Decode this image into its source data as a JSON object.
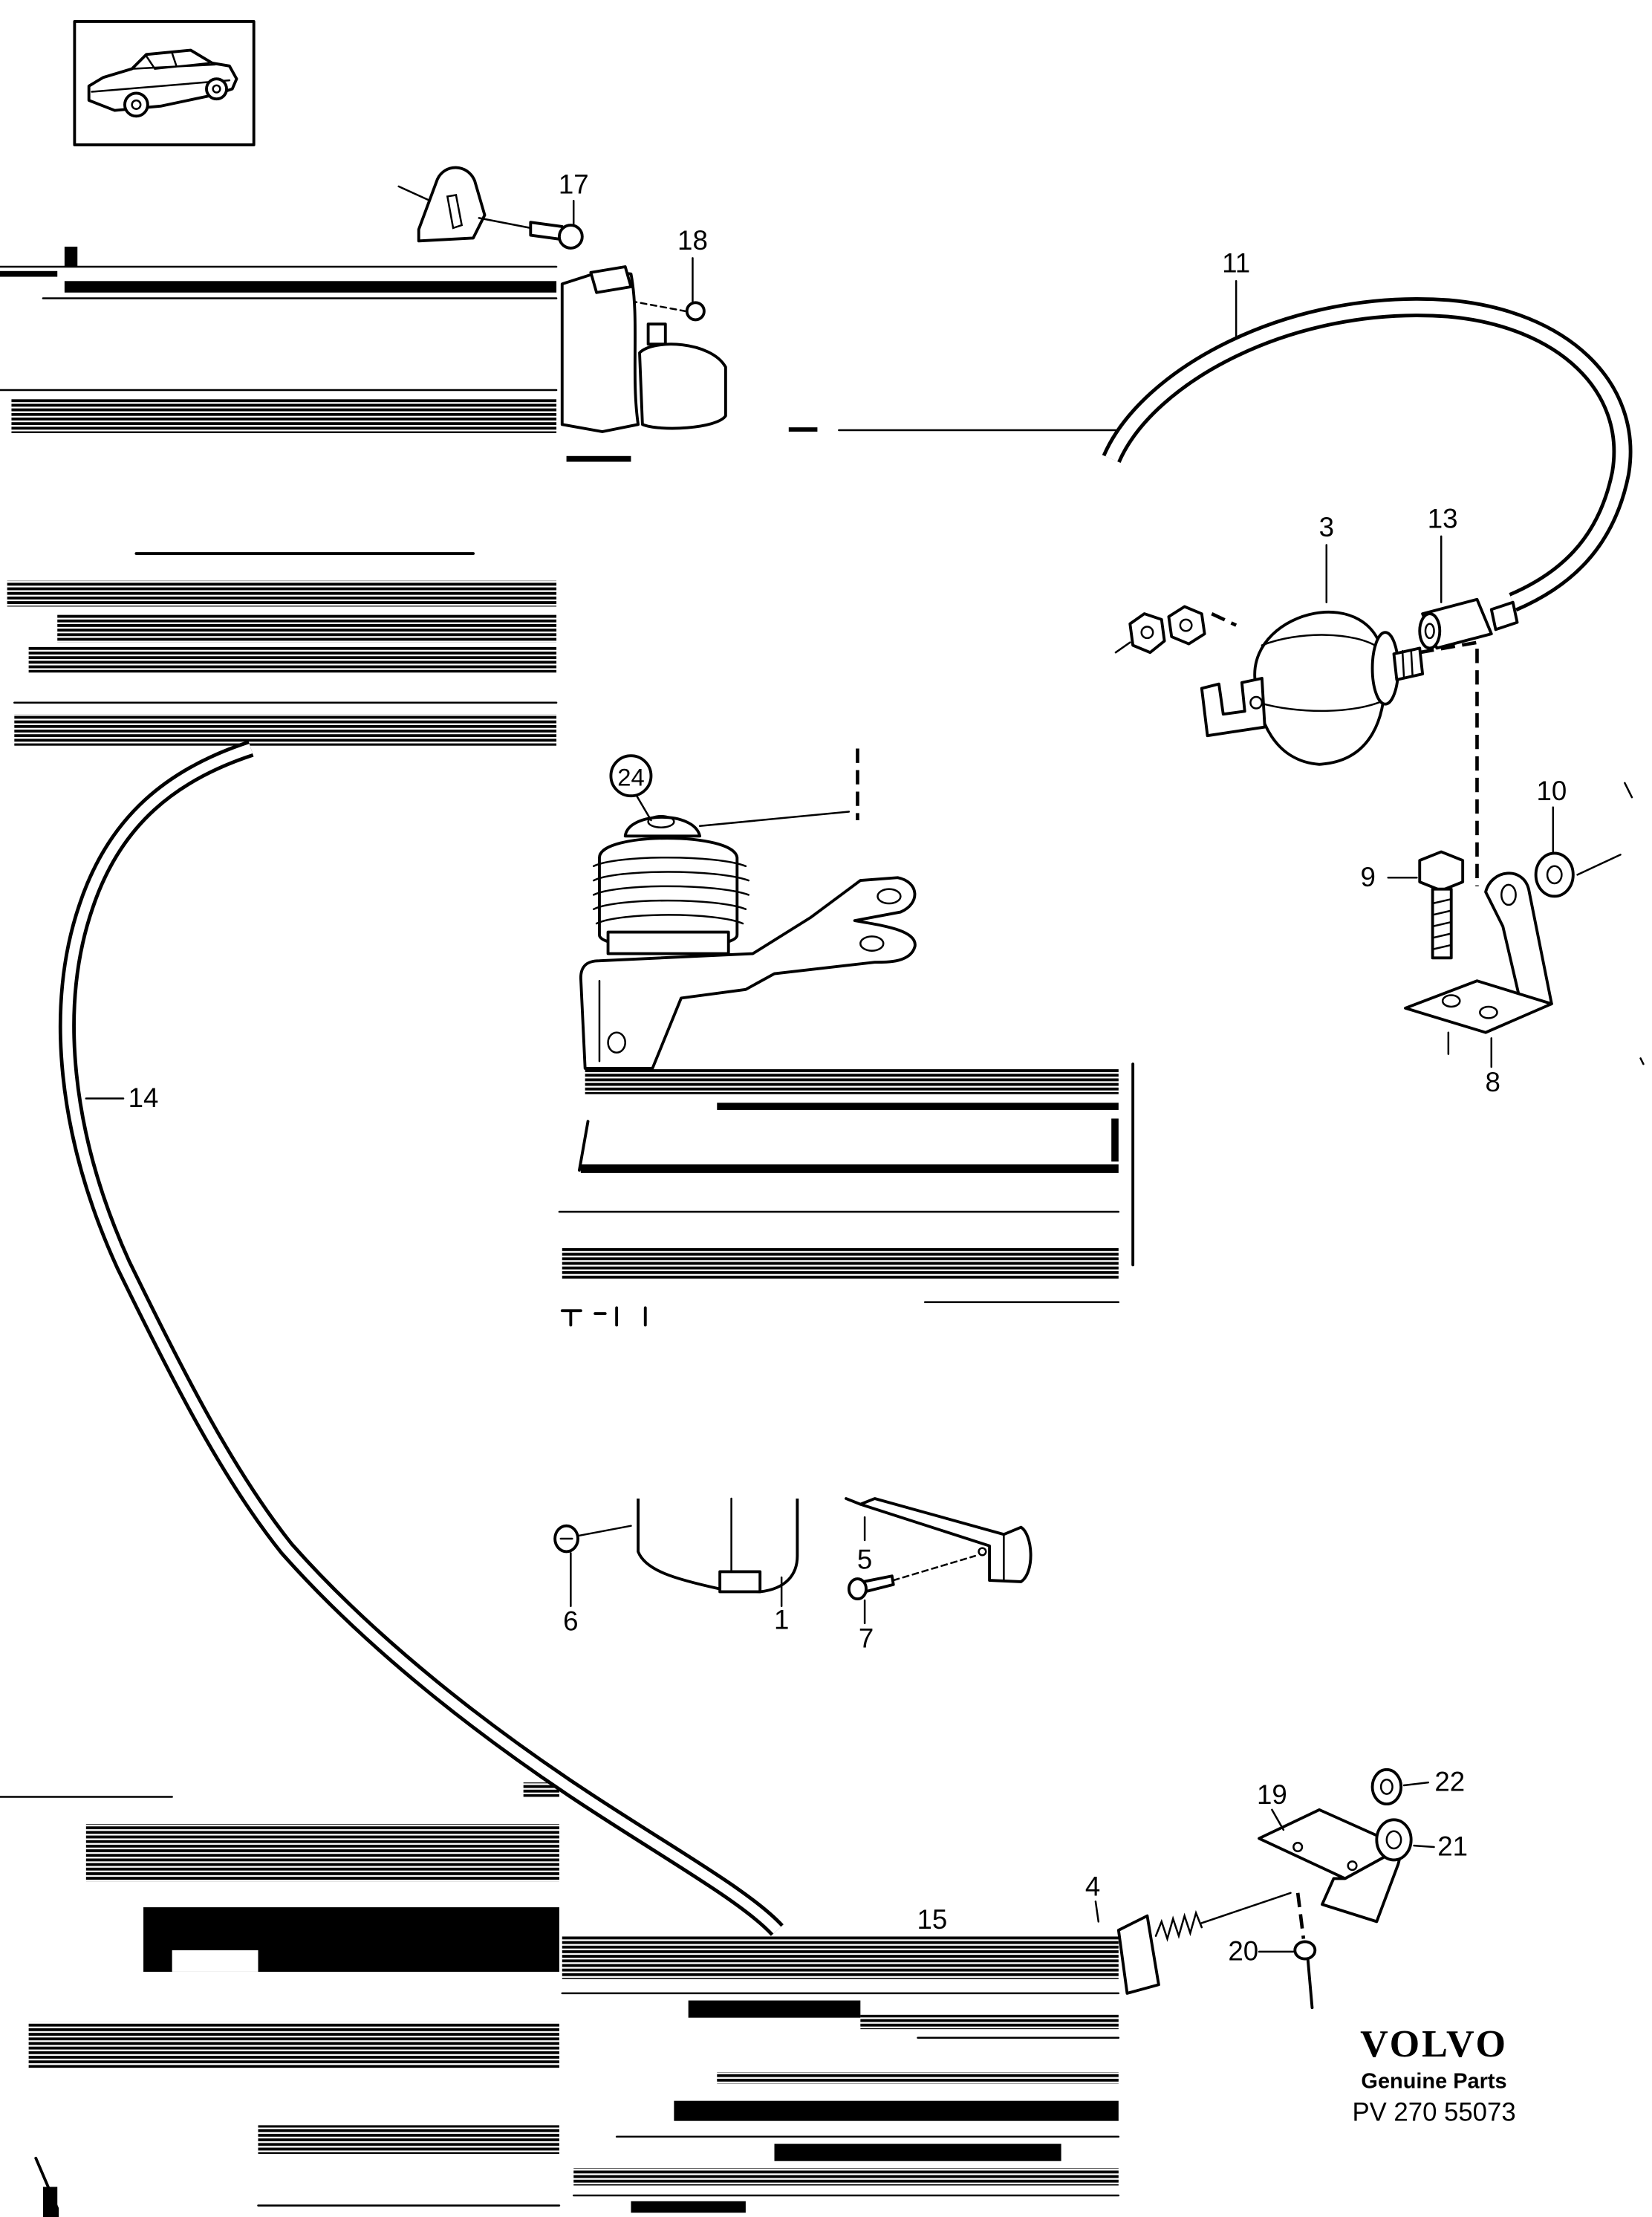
{
  "callouts": {
    "p1": "1",
    "p3": "3",
    "p4": "4",
    "p5": "5",
    "p6": "6",
    "p7": "7",
    "p8": "8",
    "p9": "9",
    "p10": "10",
    "p11": "11",
    "p13": "13",
    "p14": "14",
    "p15": "15",
    "p17": "17",
    "p18": "18",
    "p19": "19",
    "p20": "20",
    "p21": "21",
    "p22": "22",
    "p24": "24"
  },
  "brand": {
    "logo": "VOLVO",
    "tagline": "Genuine Parts",
    "part_number": "PV 270 55073"
  },
  "colors": {
    "ink": "#000000",
    "paper": "#ffffff"
  }
}
